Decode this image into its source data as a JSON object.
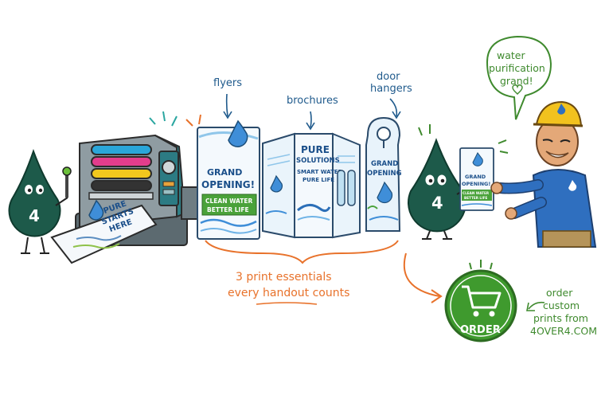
{
  "labels": {
    "flyers": "flyers",
    "brochures": "brochures",
    "door_hangers_line1": "door",
    "door_hangers_line2": "hangers",
    "caption_line1": "3 print essentials",
    "caption_line2": "every handout counts"
  },
  "printer_sheet": {
    "line1": "PURE",
    "line2": "STARTS",
    "line3": "HERE"
  },
  "flyer": {
    "line1": "GRAND",
    "line2": "OPENING!",
    "banner1": "CLEAN WATER",
    "banner2": "BETTER LIFE"
  },
  "brochure": {
    "line1": "PURE",
    "line2": "SOLUTIONS",
    "line3": "SMART WATER",
    "line4": "PURE LIFE"
  },
  "door_hanger": {
    "line1": "GRAND",
    "line2": "OPENING"
  },
  "held_flyer": {
    "line1": "GRAND",
    "line2": "OPENING!",
    "banner1": "CLEAN WATER",
    "banner2": "BETTER LIFE"
  },
  "mascot": {
    "number": "4"
  },
  "speech": {
    "line1": "water",
    "line2": "purification",
    "line3": "grand!"
  },
  "order": {
    "button_label": "ORDER",
    "note_line1": "order",
    "note_line2": "custom",
    "note_line3": "prints from",
    "note_line4": "4OVER4.COM"
  },
  "colors": {
    "ink_green": "#1d5a4a",
    "blue": "#1f5a8c",
    "orange": "#e8722b",
    "order_green": "#3f9a2e"
  }
}
